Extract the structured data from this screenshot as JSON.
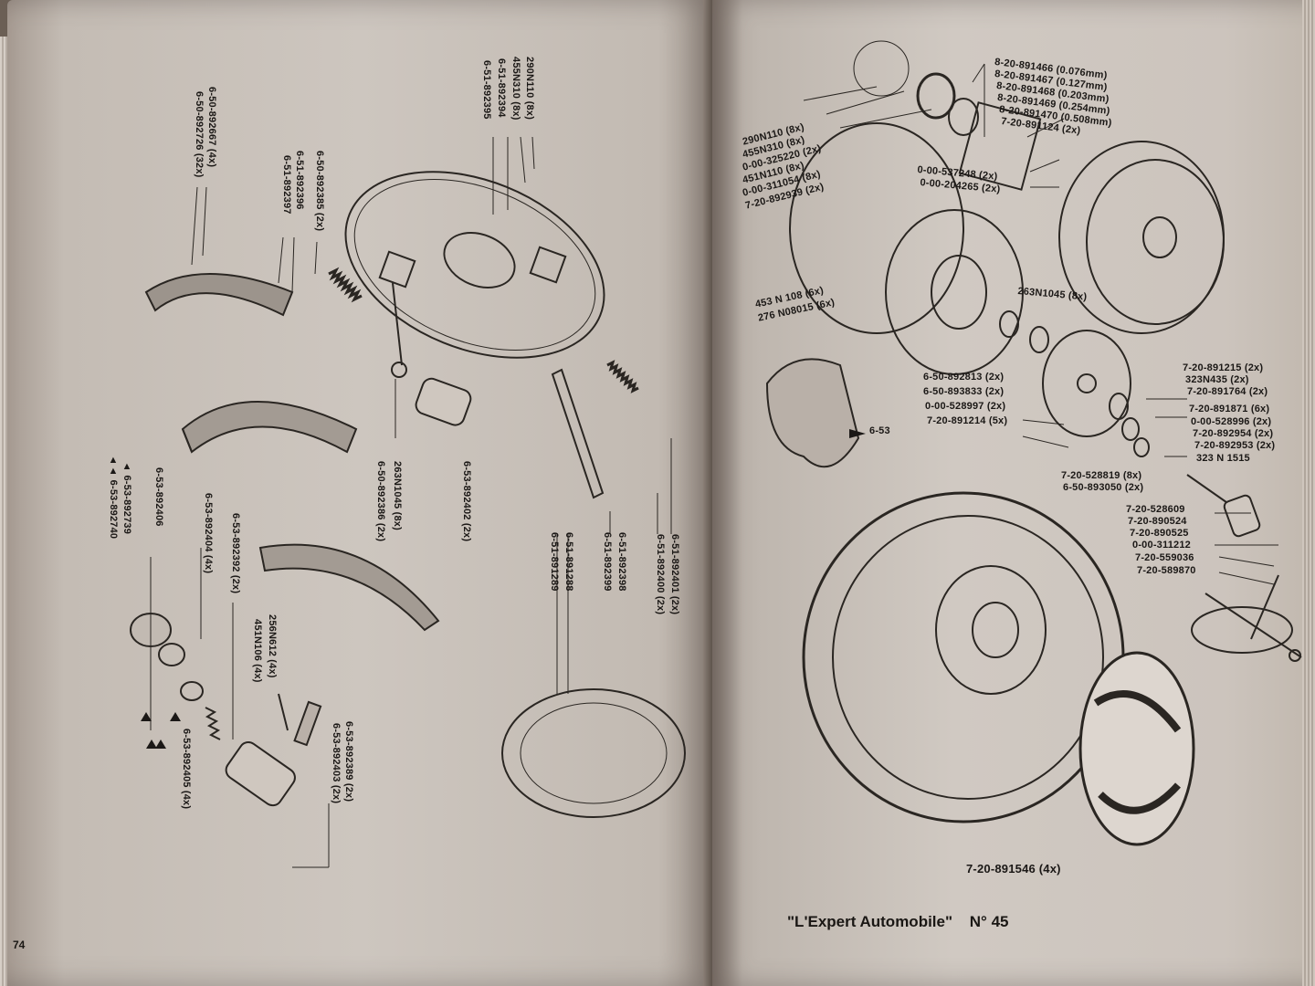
{
  "document": {
    "publication": "\"L'Expert Automobile\"",
    "issue_label": "N° 45",
    "left_page_number": "74"
  },
  "left_page": {
    "brake_shoes_labels": [
      "6-50-892667 (4x)",
      "6-50-892726 (32x)",
      "6-51-892396",
      "6-51-892397",
      "6-50-892385 (2x)"
    ],
    "backplate_labels": [
      "290N110 (8x)",
      "455N310 (8x)",
      "6-51-892394",
      "6-51-892395"
    ],
    "wheel_cylinder_labels": [
      "263N1045 (8x)",
      "6-50-892386 (2x)",
      "6-53-892402 (2x)"
    ],
    "rear_shoe_labels": [
      "6-51-891288",
      "6-51-891289",
      "6-51-892398",
      "6-51-892399",
      "6-51-892401 (2x)",
      "6-51-892400 (2x)"
    ],
    "cylinder_parts_labels": [
      "▲ 6-53-892739",
      "▲▲ 6-53-892740",
      "6-53-892406",
      "6-53-892404 (4x)",
      "6-53-892392 (2x)",
      "256N612 (4x)",
      "451N106 (4x)",
      "6-53-892405 (4x)",
      "6-53-892389 (2x)",
      "6-53-892403 (2x)"
    ]
  },
  "right_page": {
    "hub_labels_left": [
      "290N110 (8x)",
      "455N310 (8x)",
      "0-00-325220 (2x)",
      "451N110 (8x)",
      "0-00-311054 (8x)",
      "7-20-892939 (2x)"
    ],
    "shim_labels": [
      "8-20-891466 (0.076mm)",
      "8-20-891467 (0.127mm)",
      "8-20-891468 (0.203mm)",
      "8-20-891469 (0.254mm)",
      "8-20-891470 (0.508mm)",
      "7-20-891124 (2x)"
    ],
    "disc_labels": [
      "0-00-537248 (2x)",
      "0-00-204265 (2x)",
      "263N1045 (8x)"
    ],
    "nut_labels": [
      "453 N 108 (6x)",
      "276 N08015 (6x)"
    ],
    "caliper_ref": "6-53",
    "bearing_labels": [
      "6-50-892813 (2x)",
      "6-50-893833 (2x)",
      "0-00-528997 (2x)",
      "7-20-891214 (5x)"
    ],
    "hub_labels_right": [
      "7-20-891215 (2x)",
      "323N435 (2x)",
      "7-20-891764 (2x)",
      "7-20-891871 (6x)",
      "0-00-528996 (2x)",
      "7-20-892954 (2x)",
      "7-20-892953 (2x)",
      "323 N 1515"
    ],
    "lower_labels": [
      "7-20-528819 (8x)",
      "6-50-893050 (2x)"
    ],
    "valve_labels": [
      "7-20-528609",
      "7-20-890524",
      "7-20-890525",
      "0-00-311212",
      "7-20-559036",
      "7-20-589870"
    ],
    "wheel_cap_label": "7-20-891546 (4x)"
  }
}
